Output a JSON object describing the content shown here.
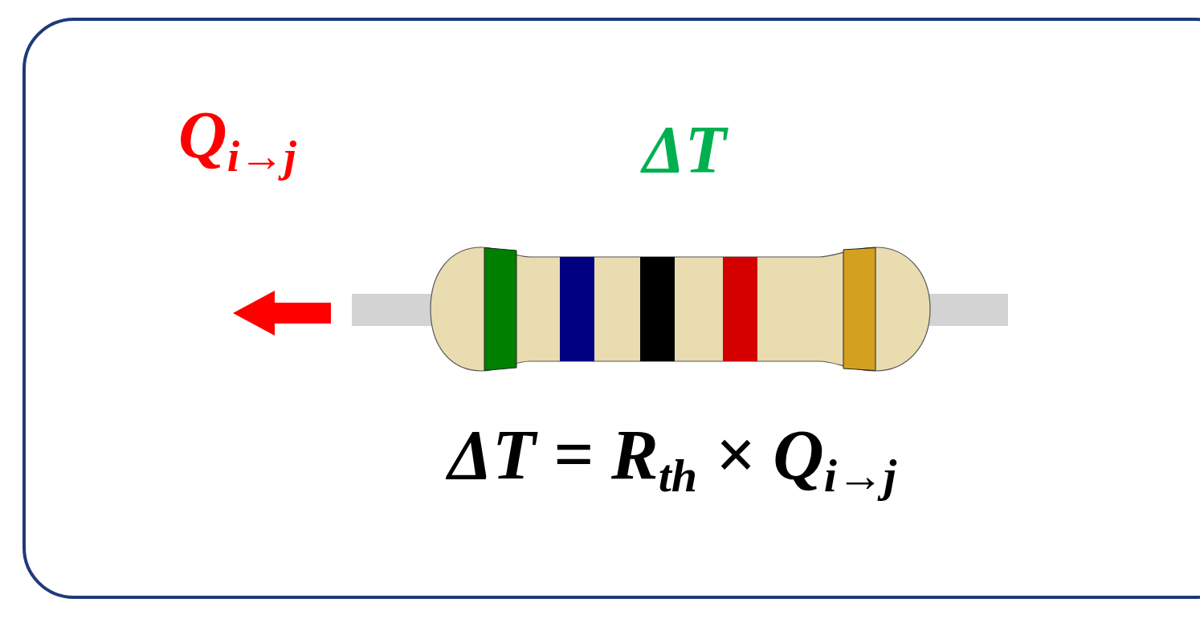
{
  "diagram": {
    "labels": [
      "Q",
      "i→j",
      "ΔT",
      "ΔT = R",
      "th",
      "× Q",
      "i→j"
    ]
  }
}
